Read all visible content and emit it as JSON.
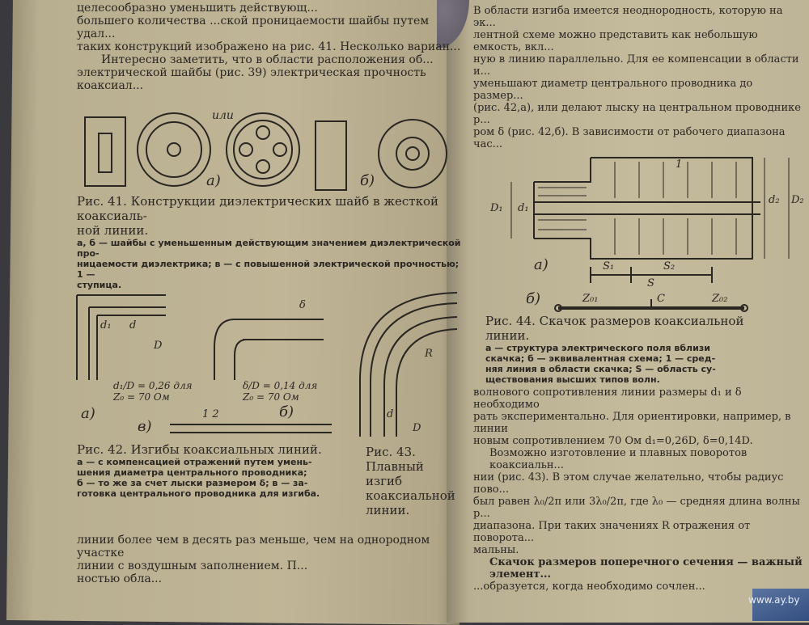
{
  "left_page": {
    "top_text": [
      "целесообразно уменьшить действующ...",
      "большего количества ...ской проницаемости шайбы путем удал...",
      "таких конструкций изображено на рис. 41.  Несколько вариан...",
      "Интересно заметить, что в области расположения об...",
      "электрической шайбы (рис. 39) электрическая прочность коаксиал..."
    ],
    "fig41": {
      "or_label": "или",
      "labels": [
        "а)",
        "б)"
      ],
      "caption": "Рис. 41. Конструкции диэлектрических шайб в жесткой коаксиаль-",
      "caption_cont": "ной линии.",
      "legend": [
        "а, б — шайбы с уменьшенным действующим значением диэлектрической про-",
        "ницаемости диэлектрика; в — с повышенной электрической прочностью; 1 —",
        "ступица."
      ]
    },
    "fig42": {
      "annot_a": [
        "d₁/D = 0,26 для",
        "Z₀ = 70 Ом"
      ],
      "annot_b": [
        "δ/D = 0,14 для",
        "Z₀ = 70 Ом"
      ],
      "labels": [
        "а)",
        "б)",
        "в)"
      ],
      "marks": [
        "d₁",
        "d",
        "D",
        "δ",
        "1  2"
      ],
      "caption": "Рис. 42. Изгибы коаксиальных линий.",
      "legend": [
        "а — с компенсацией отражений путем умень-",
        "шения диаметра центрального проводника;",
        "б — то же за счет лыски размером δ; в — за-",
        "готовка центрального проводника для изгиба."
      ]
    },
    "fig43": {
      "marks": [
        "R",
        "d",
        "D"
      ],
      "caption": [
        "Рис. 43. Плавный изгиб",
        "коаксиальной линии."
      ]
    },
    "bottom_text": [
      "линии более чем в десять раз меньше, чем на однородном участке",
      "линии с воздушным заполнением. П...",
      "ностью обла..."
    ]
  },
  "right_page": {
    "top_text": [
      "В области изгиба имеется неоднородность, которую на эк...",
      "лентной схеме можно представить как небольшую емкость, вкл...",
      "ную в линию параллельно. Для ее компенсации в области и...",
      "уменьшают диаметр центрального проводника до размер...",
      "(рис. 42,а), или делают лыску на центральном проводнике р...",
      "ром δ (рис. 42,б). В зависимости от рабочего диапазона час..."
    ],
    "fig44": {
      "marks": [
        "1",
        "d₁",
        "D₁",
        "d₂",
        "D₂",
        "S₁",
        "S₂",
        "S",
        "Z₀₁",
        "C",
        "Z₀₂"
      ],
      "labels": [
        "а)",
        "б)"
      ],
      "caption": "Рис. 44. Скачок размеров коаксиальной",
      "caption_cont": "линии.",
      "legend": [
        "а — структура электрического поля вблизи",
        "скачка; б — эквивалентная схема; 1 — сред-",
        "няя линия в области скачка; S — область су-",
        "ществования высших типов волн."
      ]
    },
    "bottom_text": [
      "волнового сопротивления линии размеры d₁ и δ необходимо",
      "рать экспериментально. Для ориентировки, например, в линии",
      "новым сопротивлением 70 Ом d₁=0,26D, δ=0,14D.",
      "Возможно изготовление и плавных поворотов коаксиальн...",
      "нии (рис. 43). В этом случае желательно, чтобы радиус пово...",
      "был равен λ₀/2π или 3λ₀/2π, где λ₀ — средняя длина волны р...",
      "диапазона. При таких значениях R отражения от поворота...",
      "мальны.",
      "Скачок размеров поперечного сечения — важный элемент...",
      "...образуется, когда необходимо сочлен..."
    ]
  },
  "watermark": "www.ay.by",
  "colors": {
    "paper": "#c0b697",
    "ink": "#2a2622",
    "fabric": "#6a6470",
    "cover": "#3f5a8c"
  }
}
